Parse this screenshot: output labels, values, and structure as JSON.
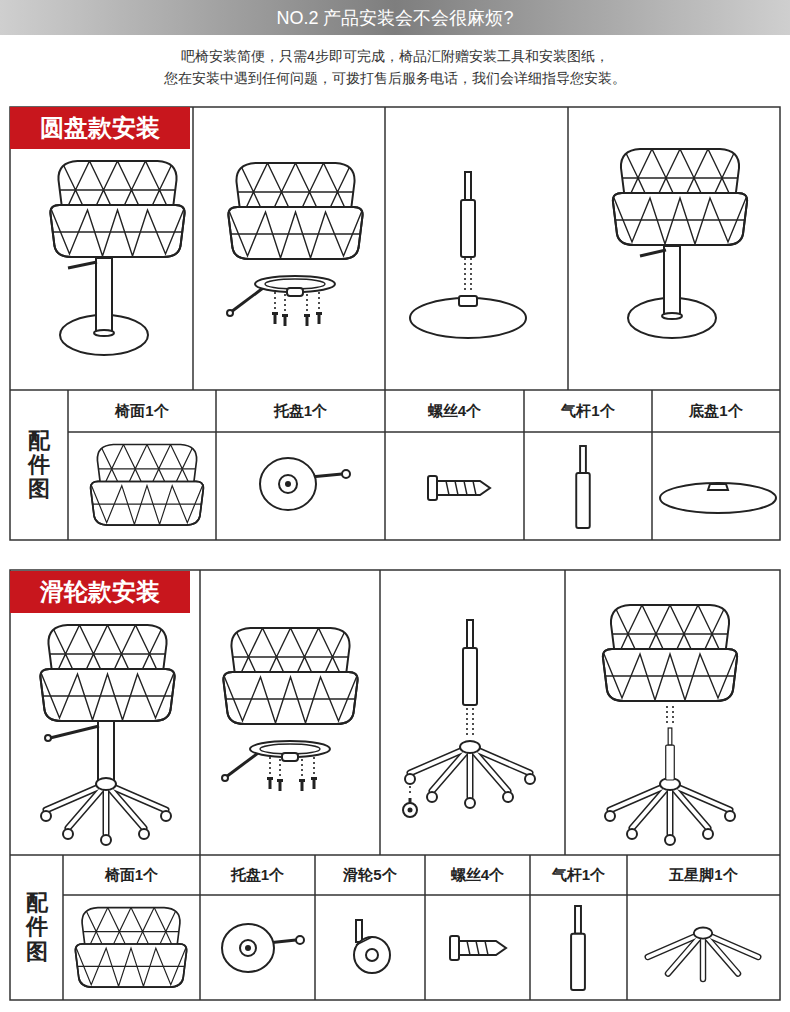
{
  "diagram": {
    "title": "NO.2 产品安装会不会很麻烦?",
    "nodes": [
      {
        "text": [
          "圆盘款安装"
        ]
      },
      {
        "text": [
          "滑轮款安装"
        ]
      }
    ],
    "labels": [
      "吧椅安装简便，只需4步即可完成，椅品汇附赠安装工具和安装图纸，",
      "您在安装中遇到任何问题，可拨打售后服务电话，我们会详细指导您安装。",
      "配件图",
      "椅面1个",
      "托盘1个",
      "螺丝4个",
      "气杆1个",
      "底盘1个",
      "配件图",
      "椅面1个",
      "托盘1个",
      "滑轮5个",
      "螺丝4个",
      "气杆1个",
      "五星脚1个"
    ]
  }
}
